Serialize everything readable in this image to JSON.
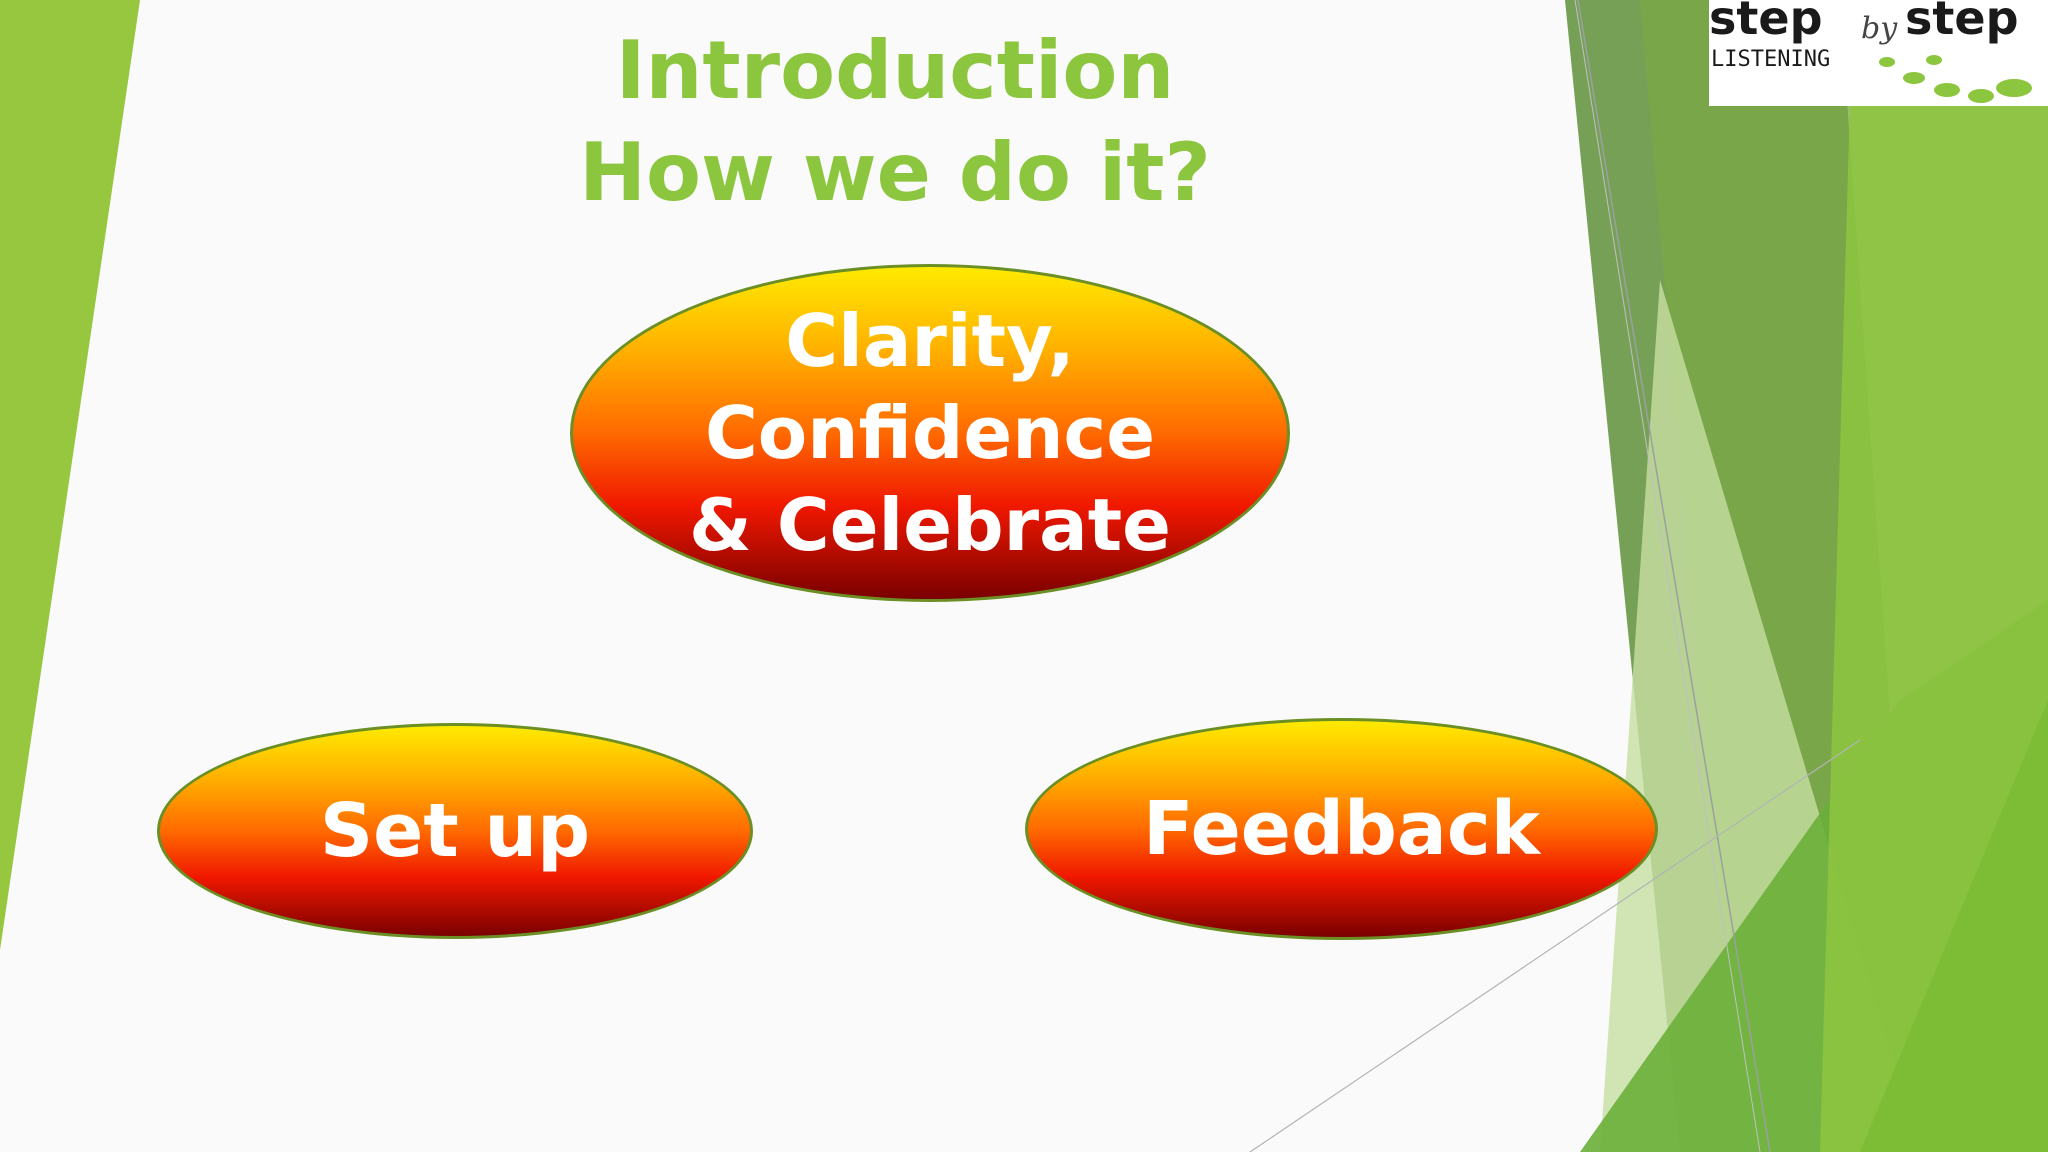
{
  "slide": {
    "title_line1": "Introduction",
    "title_line2": "How we do it?"
  },
  "ovals": {
    "top": {
      "line1": "Clarity,",
      "line2": "Confidence",
      "line3": "& Celebrate"
    },
    "left": {
      "label": "Set up"
    },
    "right": {
      "label": "Feedback"
    }
  },
  "logo": {
    "word1": "step",
    "word2": "by",
    "word3": "step",
    "subtitle": "LISTENING"
  },
  "colors": {
    "title_green": "#8cc63f",
    "oval_top": "#ffea00",
    "oval_bottom": "#7a0000",
    "oval_border": "#6b8f24"
  }
}
